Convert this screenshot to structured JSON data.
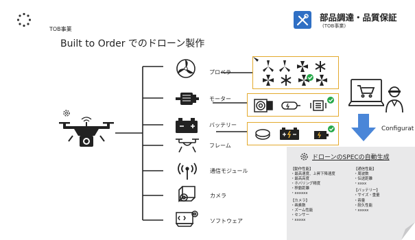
{
  "header": {
    "section_tag": "TOB事業",
    "title": "Built to Order でのドローン製作",
    "badge_title": "部品調達・品質保証",
    "badge_sub": "(TOB事業)"
  },
  "categories": [
    {
      "label": "プロペラ",
      "icon": "propeller-icon"
    },
    {
      "label": "モーター",
      "icon": "motor-icon"
    },
    {
      "label": "バッテリー",
      "icon": "battery-icon"
    },
    {
      "label": "フレーム",
      "icon": "frame-icon"
    },
    {
      "label": "通信モジュール",
      "icon": "antenna-icon"
    },
    {
      "label": "カメラ",
      "icon": "camera-icon"
    },
    {
      "label": "ソフトウェア",
      "icon": "software-icon"
    }
  ],
  "config_label": "Configurat",
  "spec_panel": {
    "title": "ドローンのSPECの自動生成",
    "col1": [
      "【動作性能】",
      "・最高速度、上昇下降速度",
      "・最高高度",
      "・ホバリング精度",
      "・移動距離",
      "・xxxxxx",
      "【カメラ】",
      "・画素数",
      "・ズーム性能",
      "・センサー",
      "・xxxxx"
    ],
    "col2": [
      "【通信性能】",
      "・周波数",
      "・伝送距離",
      "・xxxx",
      "【バッテリー】",
      "・サイズ・重量",
      "・容量",
      "・耐久性能",
      "・xxxxx"
    ]
  },
  "colors": {
    "accent_gold": "#e3a92b",
    "check_green": "#27a84a",
    "arrow_blue": "#4a86d8",
    "badge_blue": "#2f6fc4"
  }
}
